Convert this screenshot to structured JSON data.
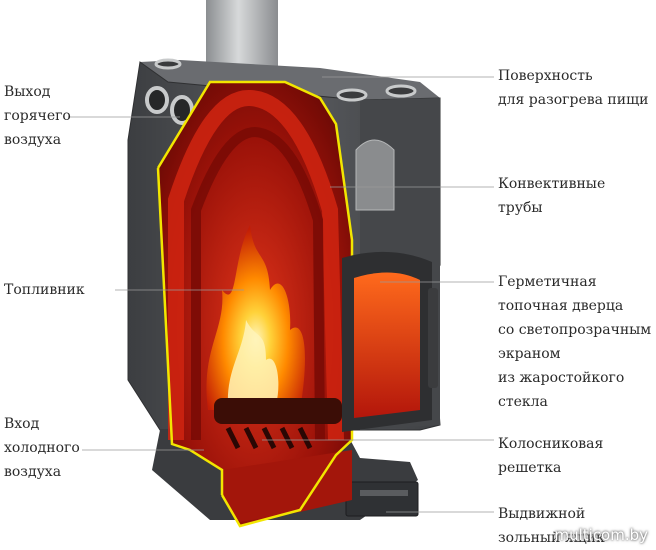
{
  "labels": {
    "hot_air_outlet": "Выход\nгорячего\nвоздуха",
    "cooking_surface": "Поверхность\nдля разогрева пищи",
    "convection_tubes": "Конвективные\nтрубы",
    "firebox": "Топливник",
    "sealed_door": "Герметичная\nтопочная дверца\nсо светопрозрачным\nэкраном\nиз жаростойкого\nстекла",
    "cold_air_inlet": "Вход\nхолодного\nвоздуха",
    "grate": "Колосниковая\nрешетка",
    "ash_drawer": "Выдвижной\nзольный ящик"
  },
  "watermark": "multicom.by",
  "colors": {
    "stove_body": "#4b4d50",
    "cutaway_outline": "#f2e600",
    "interior_red": "#8e0f0a",
    "flame": "#ffb000"
  }
}
